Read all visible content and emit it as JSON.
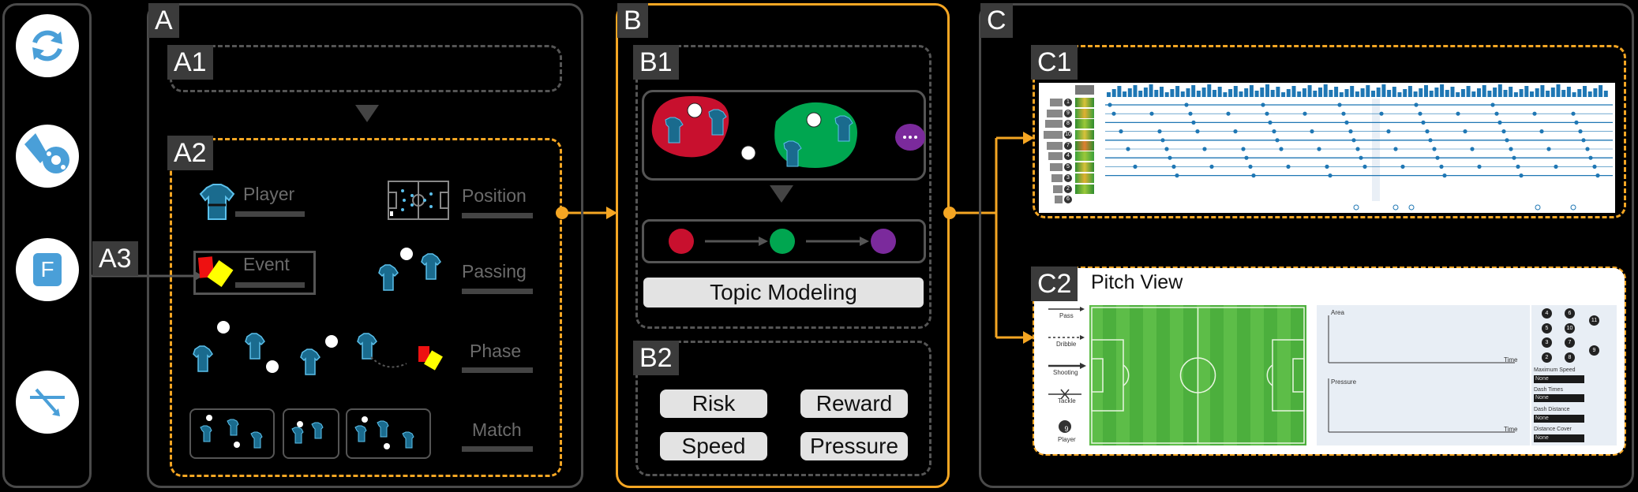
{
  "sections": {
    "a": "A",
    "a1": "A1",
    "a2": "A2",
    "a3": "A3",
    "b": "B",
    "b1": "B1",
    "b2": "B2",
    "c": "C",
    "c1": "C1",
    "c2": "C2"
  },
  "sidebar": {
    "icons": [
      "refresh-icon",
      "football-kick-icon",
      "f-icon",
      "pitch-line-icon"
    ],
    "f_letter": "F"
  },
  "a2": {
    "player": "Player",
    "position": "Position",
    "event": "Event",
    "passing": "Passing",
    "phase": "Phase",
    "match": "Match"
  },
  "b1": {
    "topic_modeling": "Topic Modeling"
  },
  "b2": {
    "risk": "Risk",
    "reward": "Reward",
    "speed": "Speed",
    "pressure": "Pressure"
  },
  "c2": {
    "title": "Pitch View",
    "legend": [
      "Pass",
      "Dribble",
      "Shooting",
      "Tackle",
      "Player"
    ],
    "player_badge": "9",
    "area_label": "Area",
    "pressure_label": "Pressure",
    "time_label": "Time",
    "player_numbers": [
      "4",
      "6",
      "11",
      "5",
      "10",
      "3",
      "7",
      "9",
      "2",
      "8"
    ],
    "stats": [
      {
        "label": "Maximum Speed",
        "value": "None"
      },
      {
        "label": "Dash Times",
        "value": "None"
      },
      {
        "label": "Dash Distance",
        "value": "None"
      },
      {
        "label": "Distance Cover",
        "value": "None"
      }
    ]
  },
  "c1": {
    "row_numbers": [
      "1",
      "9",
      "8",
      "10",
      "7",
      "4",
      "5",
      "3",
      "2",
      "6"
    ],
    "marker_symbol": "·"
  },
  "colors": {
    "orange": "#f5a623",
    "red_topic": "#c8102e",
    "green_topic": "#00a650",
    "purple_topic": "#7b2a9c",
    "timeline_blue": "#1f77b4"
  }
}
